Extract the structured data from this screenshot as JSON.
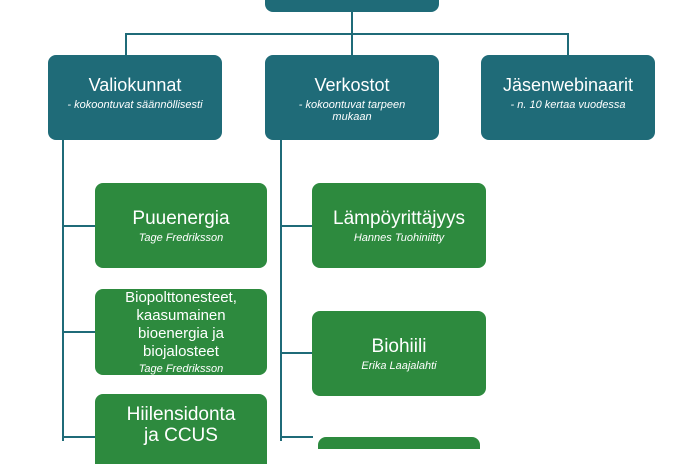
{
  "blue_nodes": [
    {
      "title": "Valiokunnat",
      "subtitle": "- kokoontuvat säännöllisesti"
    },
    {
      "title": "Verkostot",
      "subtitle": "- kokoontuvat tarpeen mukaan"
    },
    {
      "title": "Jäsenwebinaarit",
      "subtitle": "- n. 10 kertaa vuodessa"
    }
  ],
  "green_left": [
    {
      "title": "Puuenergia",
      "person": "Tage Fredriksson"
    },
    {
      "title": "Biopolttonesteet, kaasumainen bioenergia ja biojalosteet",
      "person": "Tage Fredriksson"
    },
    {
      "title": "Hiilensidonta ja CCUS",
      "person": ""
    }
  ],
  "green_right": [
    {
      "title": "Lämpöyrittäjyys",
      "person": "Hannes Tuohiniitty"
    },
    {
      "title": "Biohiili",
      "person": "Erika Laajalahti"
    }
  ],
  "colors": {
    "blue": "#1f6b78",
    "green": "#2d8a3e",
    "line": "#1f6b78"
  }
}
